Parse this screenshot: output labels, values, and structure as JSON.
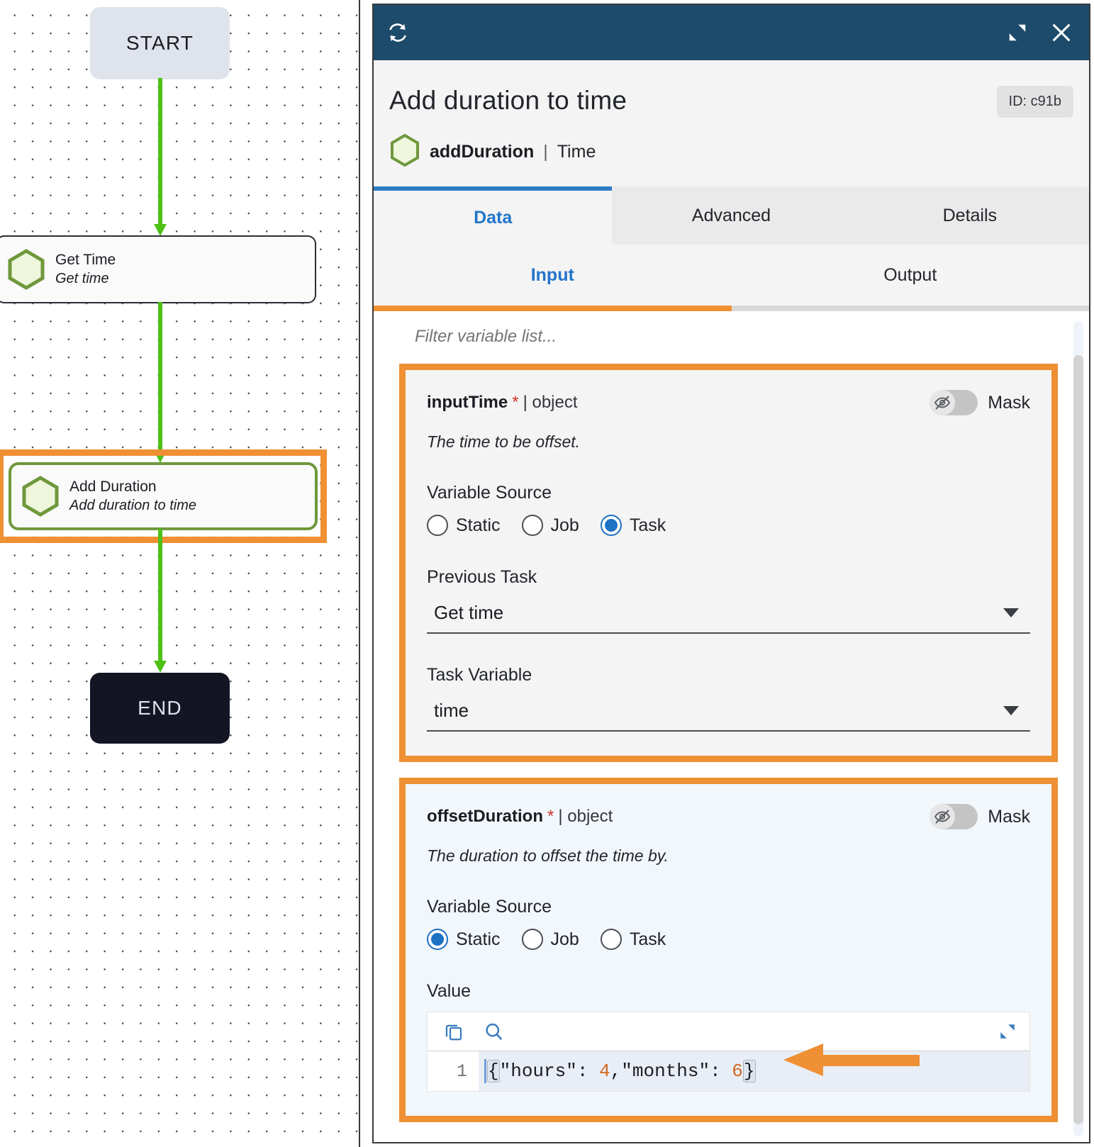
{
  "flow": {
    "start_label": "START",
    "end_label": "END",
    "nodes": [
      {
        "title": "Get Time",
        "subtitle": "Get time",
        "icon": "hexagon-icon",
        "selected": false
      },
      {
        "title": "Add Duration",
        "subtitle": "Add duration to time",
        "icon": "hexagon-icon",
        "selected": true
      }
    ]
  },
  "panel": {
    "titlebar": {
      "refresh_icon": "refresh-icon",
      "expand_icon": "expand-icon",
      "close_icon": "close-icon"
    },
    "title": "Add duration to time",
    "id_badge": "ID: c91b",
    "subheader": {
      "icon": "hexagon-icon",
      "name": "addDuration",
      "separator": "|",
      "category": "Time"
    },
    "tabs": [
      {
        "label": "Data",
        "active": true
      },
      {
        "label": "Advanced",
        "active": false
      },
      {
        "label": "Details",
        "active": false
      }
    ],
    "subtabs": [
      {
        "label": "Input",
        "active": true
      },
      {
        "label": "Output",
        "active": false
      }
    ],
    "filter": {
      "placeholder": "Filter variable list...",
      "value": ""
    },
    "variables": [
      {
        "name": "inputTime",
        "required_marker": "*",
        "type": "| object",
        "mask_label": "Mask",
        "mask_icon": "eye-off-icon",
        "mask_on": false,
        "description": "The time to be offset.",
        "source_label": "Variable Source",
        "sources": [
          {
            "label": "Static",
            "selected": false
          },
          {
            "label": "Job",
            "selected": false
          },
          {
            "label": "Task",
            "selected": true
          }
        ],
        "fields": [
          {
            "label": "Previous Task",
            "value": "Get time",
            "control": "dropdown"
          },
          {
            "label": "Task Variable",
            "value": "time",
            "control": "dropdown"
          }
        ],
        "highlighted": true
      },
      {
        "name": "offsetDuration",
        "required_marker": "*",
        "type": "| object",
        "mask_label": "Mask",
        "mask_icon": "eye-off-icon",
        "mask_on": false,
        "description": "The duration to offset the time by.",
        "source_label": "Variable Source",
        "sources": [
          {
            "label": "Static",
            "selected": true
          },
          {
            "label": "Job",
            "selected": false
          },
          {
            "label": "Task",
            "selected": false
          }
        ],
        "value_label": "Value",
        "editor": {
          "copy_icon": "copy-icon",
          "search_icon": "search-icon",
          "expand_icon": "expand-icon",
          "line_number": "1",
          "code_segments": [
            {
              "text": "{",
              "kind": "brace"
            },
            {
              "text": "\"hours\": ",
              "kind": "string"
            },
            {
              "text": "4",
              "kind": "number"
            },
            {
              "text": ",\"months\": ",
              "kind": "string"
            },
            {
              "text": "6",
              "kind": "number"
            },
            {
              "text": "}",
              "kind": "brace"
            }
          ],
          "code_text": "{\"hours\": 4,\"months\": 6}"
        },
        "highlighted": true
      }
    ]
  },
  "colors": {
    "titlebar": "#1d4b6b",
    "accent_blue": "#2175c9",
    "highlight_orange": "#ee9033",
    "flow_arrow_green": "#4fc016",
    "node_green": "#6f983c",
    "number_token": "#d2691e"
  }
}
